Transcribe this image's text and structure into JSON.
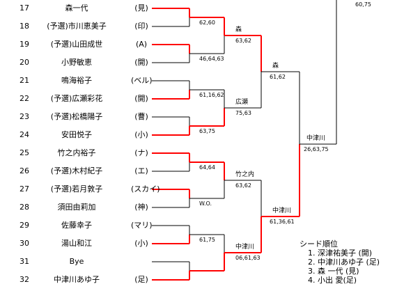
{
  "top_score": "60,75",
  "entries": [
    {
      "num": "17",
      "name": "森一代",
      "club": "(見)"
    },
    {
      "num": "18",
      "name": "(予選)市川恵美子",
      "club": "(印)"
    },
    {
      "num": "19",
      "name": "(予選)山田成世",
      "club": "(A)"
    },
    {
      "num": "20",
      "name": "小野敏恵",
      "club": "(開)"
    },
    {
      "num": "21",
      "name": "鳴海裕子",
      "club": "(ベル)"
    },
    {
      "num": "22",
      "name": "(予選)広瀬彩花",
      "club": "(開)"
    },
    {
      "num": "23",
      "name": "(予選)松橋陽子",
      "club": "(曹)"
    },
    {
      "num": "24",
      "name": "安田悦子",
      "club": "(小)"
    },
    {
      "num": "25",
      "name": "竹之内裕子",
      "club": "(ナ)"
    },
    {
      "num": "26",
      "name": "(予選)木村紀子",
      "club": "(エ)"
    },
    {
      "num": "27",
      "name": "(予選)若月敦子",
      "club": "(スカイ)"
    },
    {
      "num": "28",
      "name": "須田由莉加",
      "club": "(神)"
    },
    {
      "num": "29",
      "name": "佐藤幸子",
      "club": "(マリ)"
    },
    {
      "num": "30",
      "name": "湯山和江",
      "club": "(小)"
    },
    {
      "num": "31",
      "name": "Bye",
      "club": ""
    },
    {
      "num": "32",
      "name": "中津川あゆ子",
      "club": "(足)"
    }
  ],
  "r1_scores": [
    "62,60",
    "46,64,63",
    "61,16,62",
    "63,75",
    "64,64",
    "W.O.",
    "61,75",
    ""
  ],
  "r2": [
    {
      "winner": "森",
      "score": "63,62"
    },
    {
      "winner": "広瀬",
      "score": "75,63"
    },
    {
      "winner": "竹之内",
      "score": "63,62"
    },
    {
      "winner": "中津川",
      "score": "06,61,63"
    }
  ],
  "r3": [
    {
      "winner": "森",
      "score": "61,62"
    },
    {
      "winner": "中津川",
      "score": "61,36,61"
    }
  ],
  "r4": {
    "winner": "中津川",
    "score": "26,63,75"
  },
  "seeds": {
    "title": "シード順位",
    "items": [
      "1. 深津祐美子 (開)",
      "2. 中津川あゆ子 (足)",
      "3. 森 一代 (見)",
      "4. 小出 愛(足)"
    ]
  },
  "colors": {
    "winner_line": "#ff0000",
    "line": "#000000"
  }
}
